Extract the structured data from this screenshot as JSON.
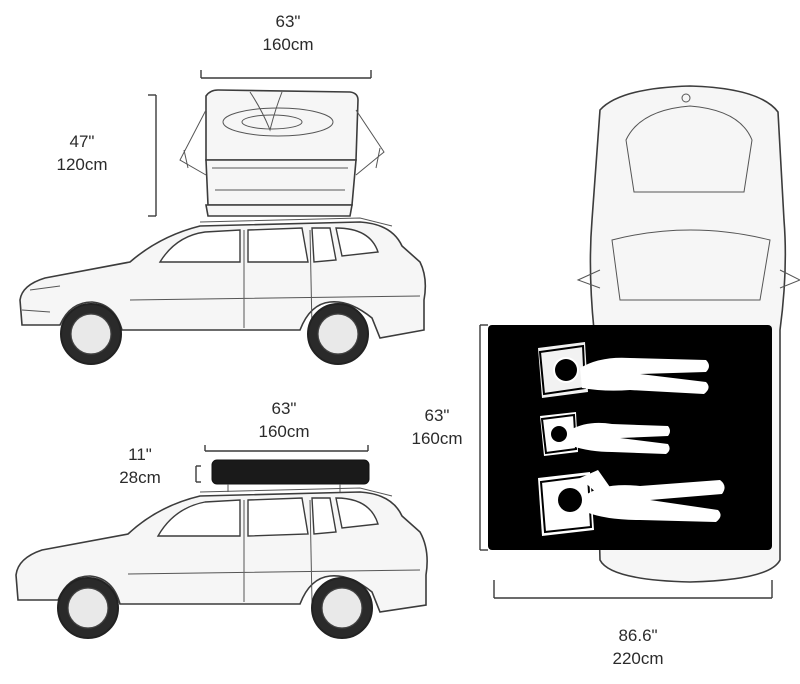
{
  "dimensions": {
    "top_width": {
      "in": "63\"",
      "cm": "160cm"
    },
    "top_height": {
      "in": "47\"",
      "cm": "120cm"
    },
    "closed_width": {
      "in": "63\"",
      "cm": "160cm"
    },
    "closed_height": {
      "in": "11\"",
      "cm": "28cm"
    },
    "bed_length": {
      "in": "63\"",
      "cm": "160cm"
    },
    "bed_width": {
      "in": "86.6\"",
      "cm": "220cm"
    }
  },
  "colors": {
    "tent_shell": "#1a1a1a",
    "bed_panel": "#000000",
    "line": "#3a3a3a"
  }
}
